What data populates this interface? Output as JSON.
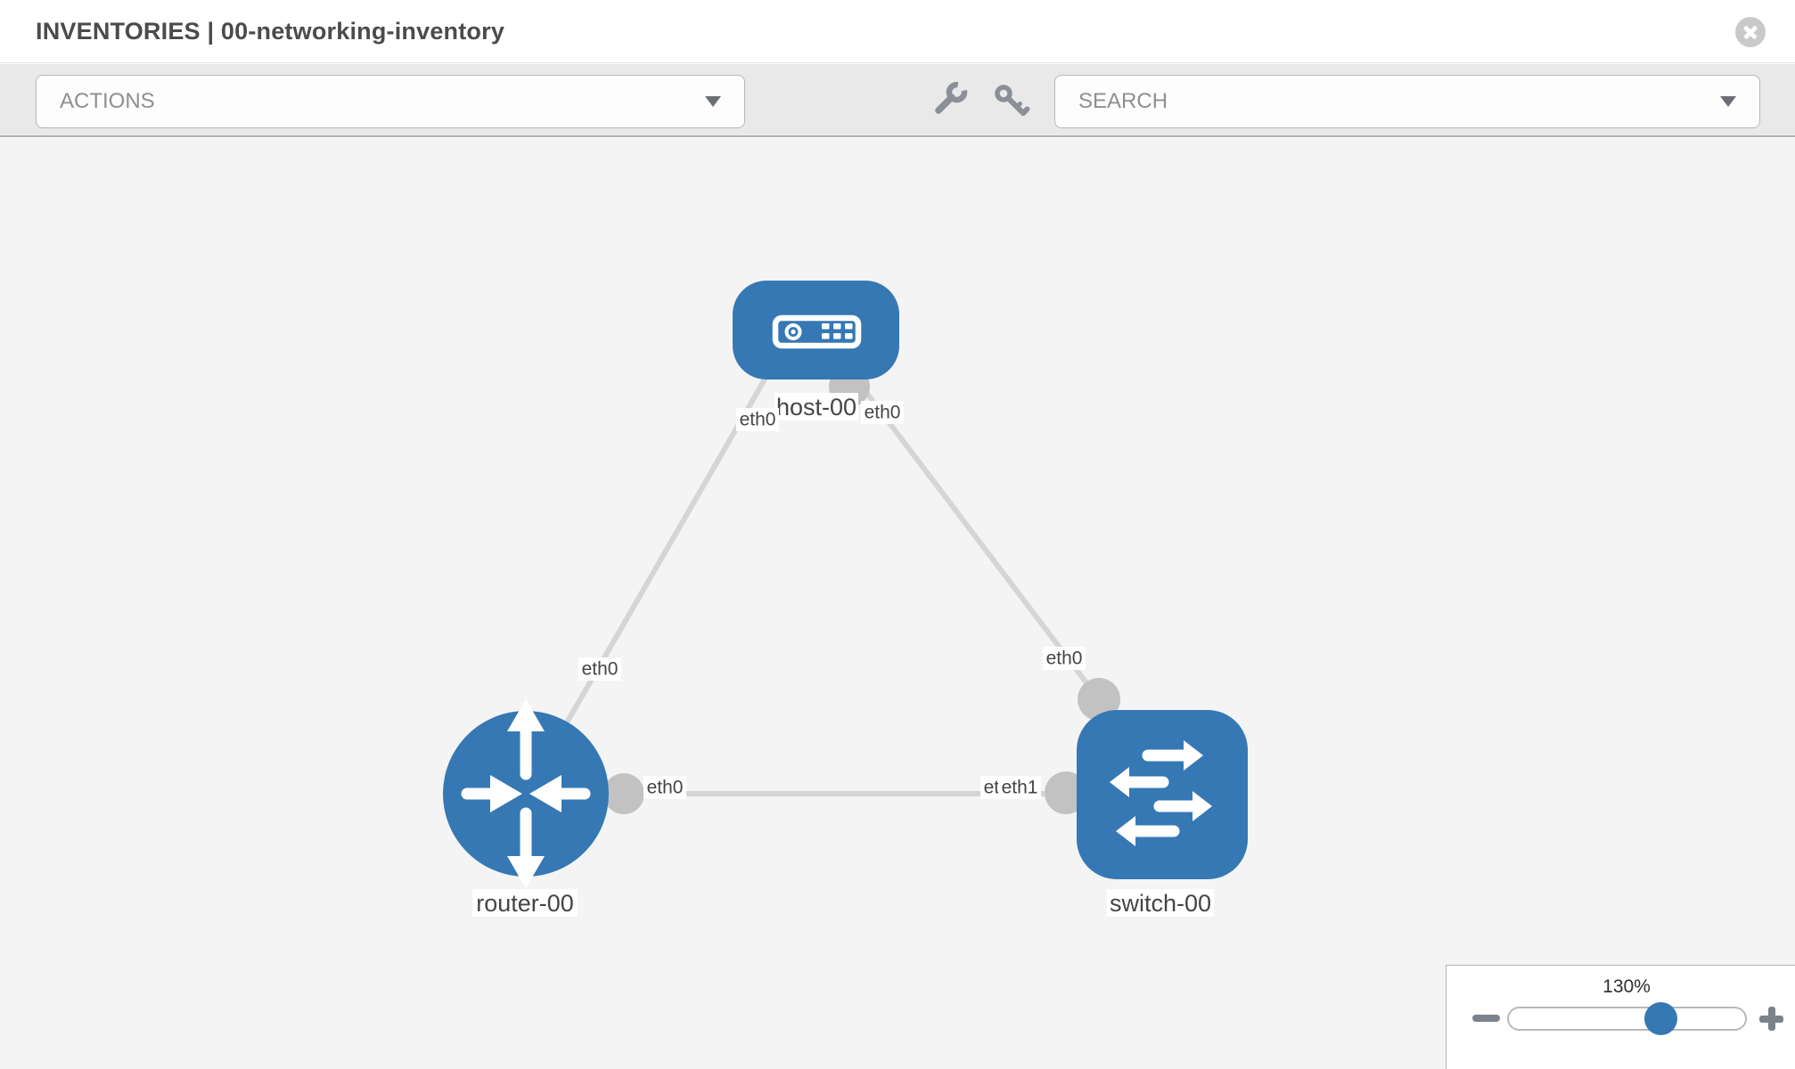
{
  "header": {
    "title": "INVENTORIES | 00-networking-inventory"
  },
  "toolbar": {
    "actions_label": "ACTIONS",
    "search_label": "SEARCH"
  },
  "topology": {
    "nodes": [
      {
        "id": "host-00",
        "type": "host",
        "label": "host-00"
      },
      {
        "id": "router-00",
        "type": "router",
        "label": "router-00"
      },
      {
        "id": "switch-00",
        "type": "switch",
        "label": "switch-00"
      }
    ],
    "links": [
      {
        "from": "host-00",
        "from_interface": "eth0",
        "to": "router-00",
        "to_interface": "eth0"
      },
      {
        "from": "host-00",
        "from_interface": "eth0",
        "to": "switch-00",
        "to_interface": "eth0"
      },
      {
        "from": "router-00",
        "from_interface": "eth0",
        "to": "switch-00",
        "to_interface": "eth1",
        "to_end_overlapping_labels": [
          "eth0",
          "eth1"
        ]
      }
    ]
  },
  "zoom_control": {
    "level": "130%"
  },
  "colors": {
    "node_blue": "#3678b4",
    "link_gray": "#d5d5d5",
    "connector_gray": "#c2c2c2",
    "canvas_bg": "#f4f4f4"
  }
}
